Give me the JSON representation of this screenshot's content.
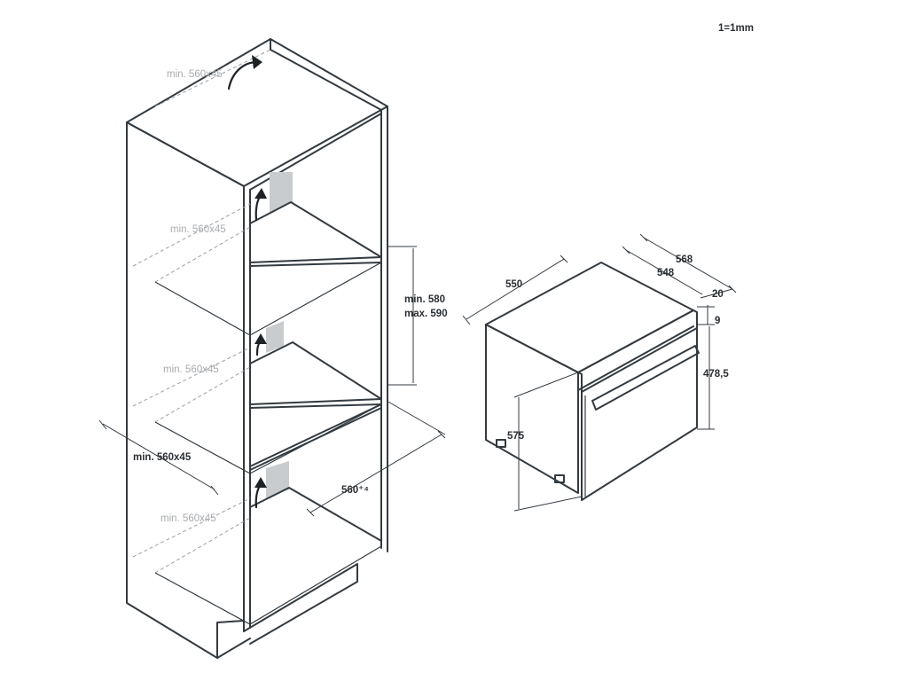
{
  "scale_note": "1=1mm",
  "cabinet": {
    "vent_labels": [
      "min. 560x45",
      "min. 560x45",
      "min. 560x45",
      "min. 560x45"
    ],
    "opening_width": "min. 560x45",
    "niche_height_min": "min. 580",
    "niche_height_max": "max. 590",
    "niche_depth": "560⁺⁴"
  },
  "oven": {
    "width": "550",
    "depth_total": "568",
    "depth_body": "548",
    "front_offset": "20",
    "panel_thickness": "9",
    "front_height": "478,5",
    "body_height": "575"
  }
}
